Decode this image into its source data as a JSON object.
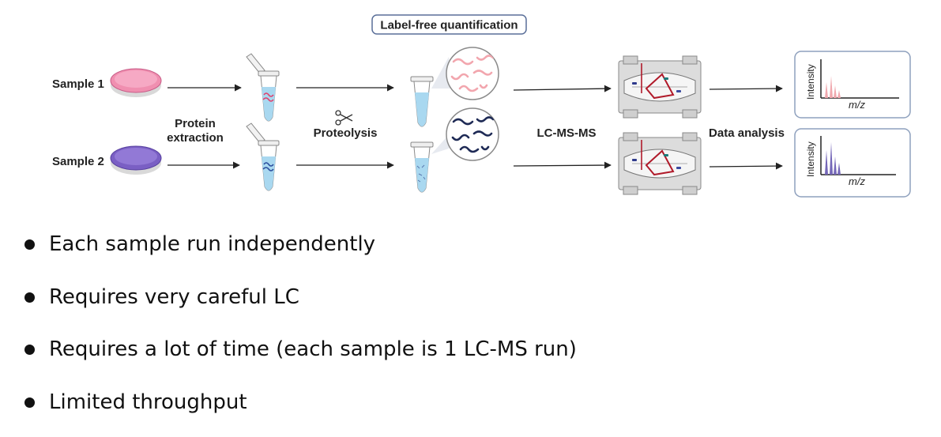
{
  "diagram": {
    "method_title": "Label-free quantification",
    "sample1_label": "Sample 1",
    "sample2_label": "Sample 2",
    "step_extraction_line1": "Protein",
    "step_extraction_line2": "extraction",
    "step_proteolysis": "Proteolysis",
    "step_lcmsms": "LC-MS-MS",
    "step_data_analysis": "Data analysis",
    "plot_ylabel": "Intensity",
    "plot_xlabel": "m/z",
    "colors": {
      "sample1": "#f08fb0",
      "sample2": "#7a5fc4",
      "peptides1": "#f2a6ae",
      "peptides2": "#1e2a55",
      "spectrum1": "#f0a8ae",
      "spectrum2": "#7466b8",
      "tube_liquid": "#a9d8f0",
      "laser": "#b01a2a"
    }
  },
  "bullets": [
    "Each sample run independently",
    "Requires very careful LC",
    "Requires a lot of time (each sample is 1 LC-MS run)",
    "Limited throughput"
  ]
}
